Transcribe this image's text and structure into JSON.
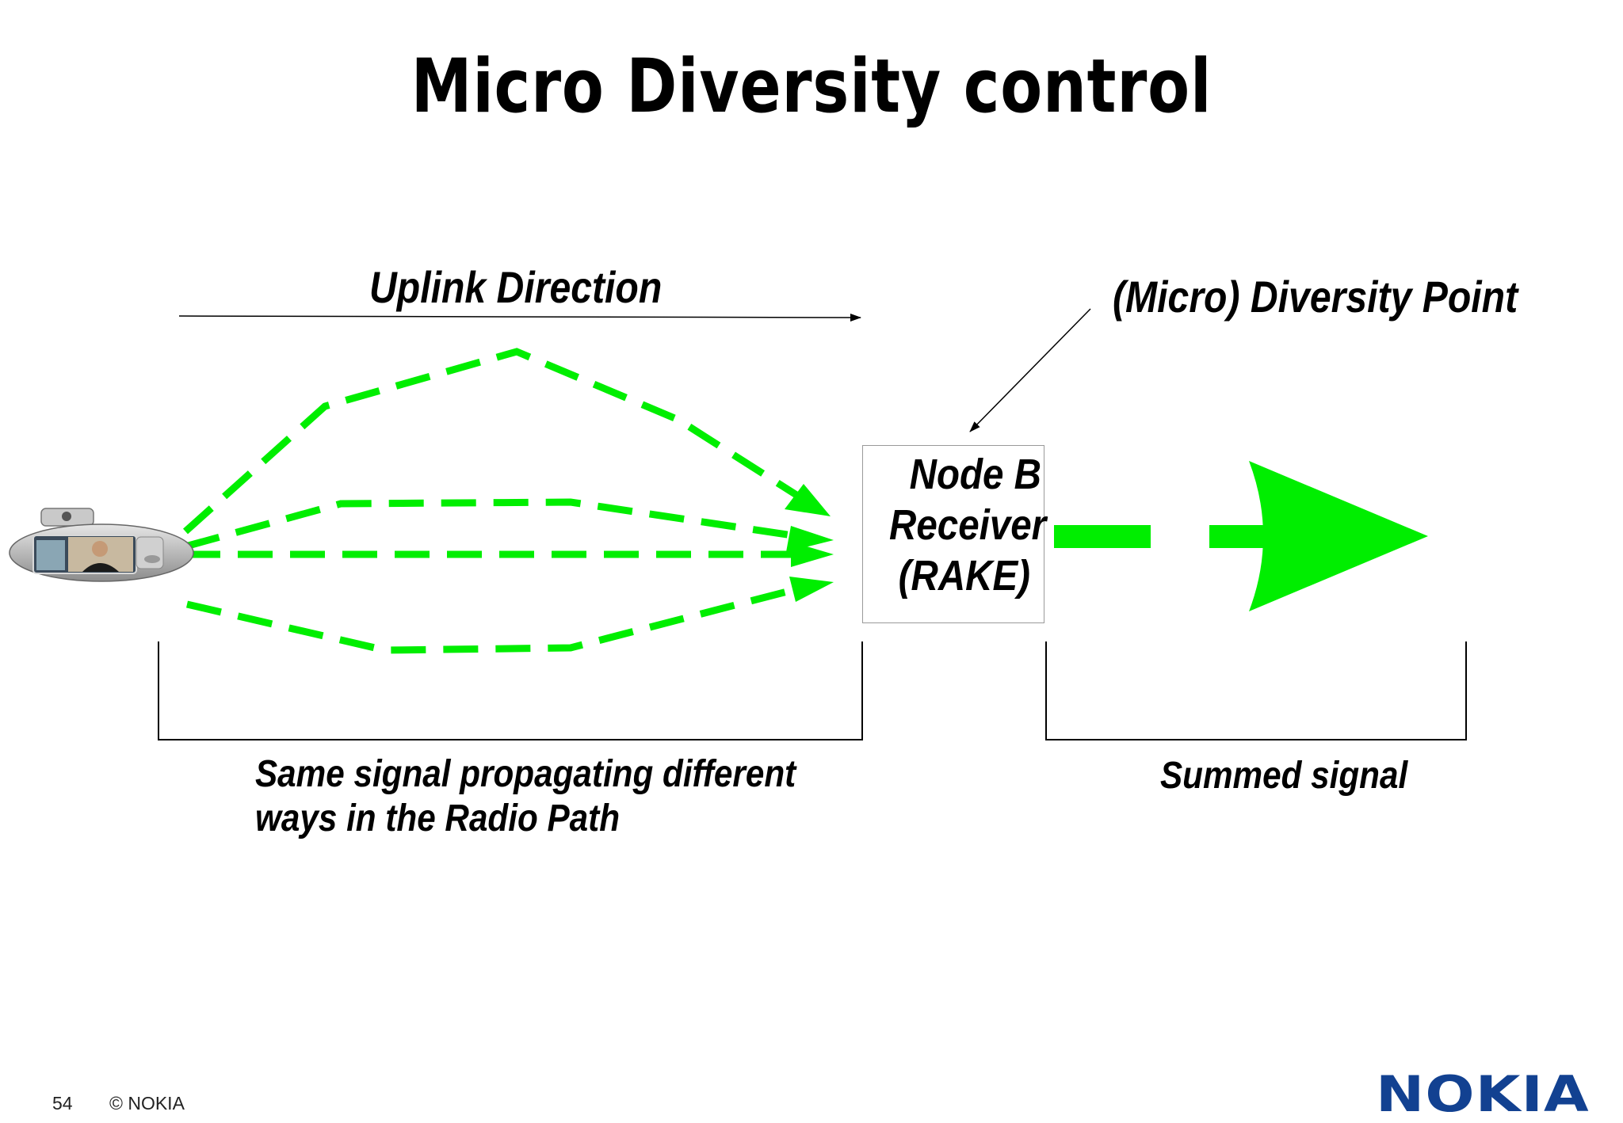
{
  "title": "Micro Diversity control",
  "labels": {
    "uplink_direction": "Uplink Direction",
    "diversity_point": "(Micro) Diversity Point",
    "node_b_line1": "Node B",
    "node_b_line2": "Receiver",
    "node_b_line3": "(RAKE)",
    "same_signal_line1": "Same signal propagating different",
    "same_signal_line2": "ways in the Radio Path",
    "summed_signal": "Summed signal"
  },
  "footer": {
    "page_number": "54",
    "copyright": "© NOKIA",
    "logo_text": "NOKIA"
  },
  "colors": {
    "signal": "#00ee00",
    "logo": "#124191",
    "text": "#000000"
  },
  "icons": [
    "mobile-phone-icon"
  ]
}
